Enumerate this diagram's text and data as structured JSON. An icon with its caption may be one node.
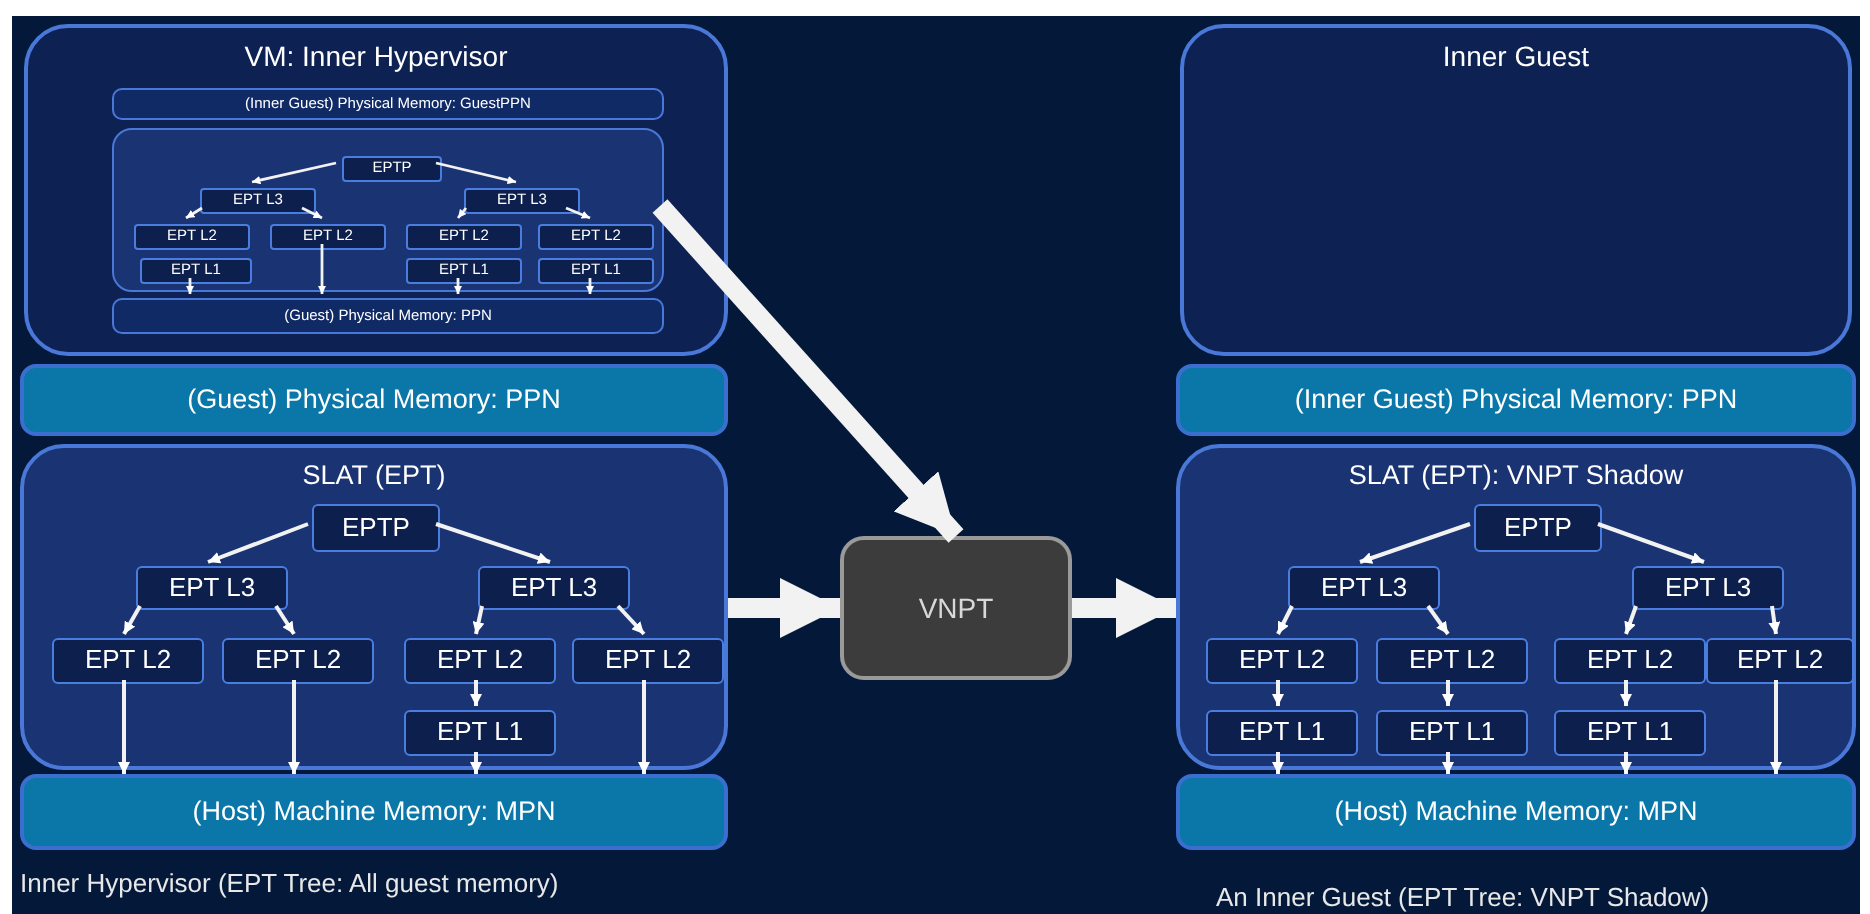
{
  "diagram": {
    "nodes": [
      {
        "text": [
          "VM: Inner Hypervisor"
        ]
      },
      {
        "text": [
          "(Inner Guest) Physical Memory: GuestPPN"
        ],
        "in": 0
      },
      {
        "text": [],
        "shape": "box",
        "in": 0
      },
      {
        "text": [
          "EPTP"
        ],
        "in": 2
      },
      {
        "text": [
          "EPT L3"
        ],
        "in": 2
      },
      {
        "text": [
          "EPT L3"
        ],
        "in": 2
      },
      {
        "text": [
          "EPT L2"
        ],
        "in": 2
      },
      {
        "text": [
          "EPT L2"
        ],
        "in": 2
      },
      {
        "text": [
          "EPT L2"
        ],
        "in": 2
      },
      {
        "text": [
          "EPT L2"
        ],
        "in": 2
      },
      {
        "text": [
          "EPT L1"
        ],
        "in": 2
      },
      {
        "text": [
          "EPT L1"
        ],
        "in": 2
      },
      {
        "text": [
          "EPT L1"
        ],
        "in": 2
      },
      {
        "text": [
          "(Guest) Physical Memory: PPN"
        ],
        "in": 0
      },
      {
        "text": [
          "(Guest) Physical Memory: PPN"
        ]
      },
      {
        "text": [
          "SLAT (EPT)"
        ]
      },
      {
        "text": [
          "EPTP"
        ],
        "in": 15
      },
      {
        "text": [
          "EPT L3"
        ],
        "in": 15
      },
      {
        "text": [
          "EPT L3"
        ],
        "in": 15
      },
      {
        "text": [
          "EPT L2"
        ],
        "in": 15
      },
      {
        "text": [
          "EPT L2"
        ],
        "in": 15
      },
      {
        "text": [
          "EPT L2"
        ],
        "in": 15
      },
      {
        "text": [
          "EPT L2"
        ],
        "in": 15
      },
      {
        "text": [
          "EPT L1"
        ],
        "in": 15
      },
      {
        "text": [
          "(Host) Machine Memory: MPN"
        ]
      },
      {
        "text": [
          "VNPT"
        ]
      },
      {
        "text": [
          "Inner Guest"
        ]
      },
      {
        "text": [
          "(Inner Guest) Physical Memory: PPN"
        ]
      },
      {
        "text": [
          "SLAT (EPT): VNPT Shadow"
        ]
      },
      {
        "text": [
          "EPTP"
        ],
        "in": 28
      },
      {
        "text": [
          "EPT L3"
        ],
        "in": 28
      },
      {
        "text": [
          "EPT L3"
        ],
        "in": 28
      },
      {
        "text": [
          "EPT L2"
        ],
        "in": 28
      },
      {
        "text": [
          "EPT L2"
        ],
        "in": 28
      },
      {
        "text": [
          "EPT L2"
        ],
        "in": 28
      },
      {
        "text": [
          "EPT L2"
        ],
        "in": 28
      },
      {
        "text": [
          "EPT L1"
        ],
        "in": 28
      },
      {
        "text": [
          "EPT L1"
        ],
        "in": 28
      },
      {
        "text": [
          "EPT L1"
        ],
        "in": 28
      },
      {
        "text": [
          "(Host) Machine Memory: MPN"
        ]
      }
    ],
    "edges": [
      {
        "from": 3,
        "to": 4,
        "arrow": "to"
      },
      {
        "from": 3,
        "to": 5,
        "arrow": "to"
      },
      {
        "from": 4,
        "to": 6,
        "arrow": "to"
      },
      {
        "from": 4,
        "to": 7,
        "arrow": "to"
      },
      {
        "from": 5,
        "to": 8,
        "arrow": "to"
      },
      {
        "from": 5,
        "to": 9,
        "arrow": "to"
      },
      {
        "from": 10,
        "to": 13,
        "arrow": "to"
      },
      {
        "from": 7,
        "to": 13,
        "arrow": "to"
      },
      {
        "from": 11,
        "to": 13,
        "arrow": "to"
      },
      {
        "from": 12,
        "to": 13,
        "arrow": "to"
      },
      {
        "from": 16,
        "to": 17,
        "arrow": "to"
      },
      {
        "from": 16,
        "to": 18,
        "arrow": "to"
      },
      {
        "from": 17,
        "to": 19,
        "arrow": "to"
      },
      {
        "from": 17,
        "to": 20,
        "arrow": "to"
      },
      {
        "from": 18,
        "to": 21,
        "arrow": "to"
      },
      {
        "from": 18,
        "to": 22,
        "arrow": "to"
      },
      {
        "from": 21,
        "to": 23,
        "arrow": "to"
      },
      {
        "from": 19,
        "to": 24,
        "arrow": "to"
      },
      {
        "from": 20,
        "to": 24,
        "arrow": "to"
      },
      {
        "from": 23,
        "to": 24,
        "arrow": "to"
      },
      {
        "from": 22,
        "to": 24,
        "arrow": "to"
      },
      {
        "from": 2,
        "to": 25,
        "arrow": "to",
        "style": "thick"
      },
      {
        "from": 15,
        "to": 25,
        "arrow": "to",
        "style": "thick"
      },
      {
        "from": 25,
        "to": 28,
        "arrow": "to",
        "style": "thick"
      },
      {
        "from": 29,
        "to": 30,
        "arrow": "to"
      },
      {
        "from": 29,
        "to": 31,
        "arrow": "to"
      },
      {
        "from": 30,
        "to": 32,
        "arrow": "to"
      },
      {
        "from": 30,
        "to": 33,
        "arrow": "to"
      },
      {
        "from": 31,
        "to": 34,
        "arrow": "to"
      },
      {
        "from": 31,
        "to": 35,
        "arrow": "to"
      },
      {
        "from": 32,
        "to": 36,
        "arrow": "to"
      },
      {
        "from": 33,
        "to": 37,
        "arrow": "to"
      },
      {
        "from": 34,
        "to": 38,
        "arrow": "to"
      },
      {
        "from": 36,
        "to": 39,
        "arrow": "to"
      },
      {
        "from": 37,
        "to": 39,
        "arrow": "to"
      },
      {
        "from": 38,
        "to": 39,
        "arrow": "to"
      },
      {
        "from": 35,
        "to": 39,
        "arrow": "to"
      }
    ],
    "labels": [
      "Inner Hypervisor (EPT Tree: All guest memory)",
      "An Inner Guest (EPT Tree: VNPT Shadow)"
    ]
  }
}
